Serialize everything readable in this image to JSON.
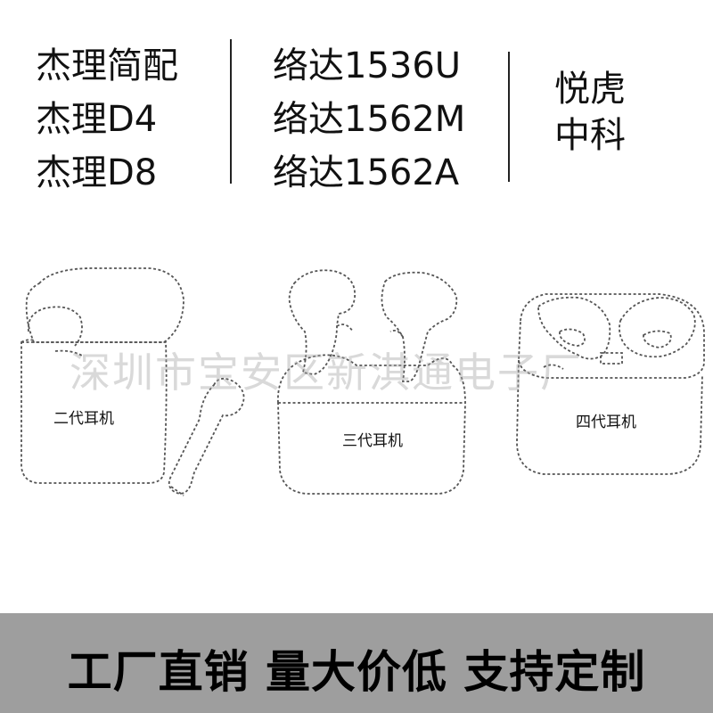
{
  "chip_columns": [
    [
      "杰理简配",
      "杰理D4",
      "杰理D8"
    ],
    [
      "络达1536U",
      "络达1562M",
      "络达1562A"
    ],
    [
      "悦虎",
      "中科"
    ]
  ],
  "products": {
    "gen2_label": "二代耳机",
    "gen3_label": "三代耳机",
    "gen4_label": "四代耳机"
  },
  "watermark": "深圳市宝安区新淇通电子厂",
  "banner": {
    "text": "工厂直销 量大价低 支持定制",
    "background": "#9e9e9e"
  },
  "colors": {
    "outline": "#555555",
    "text": "#111111"
  }
}
